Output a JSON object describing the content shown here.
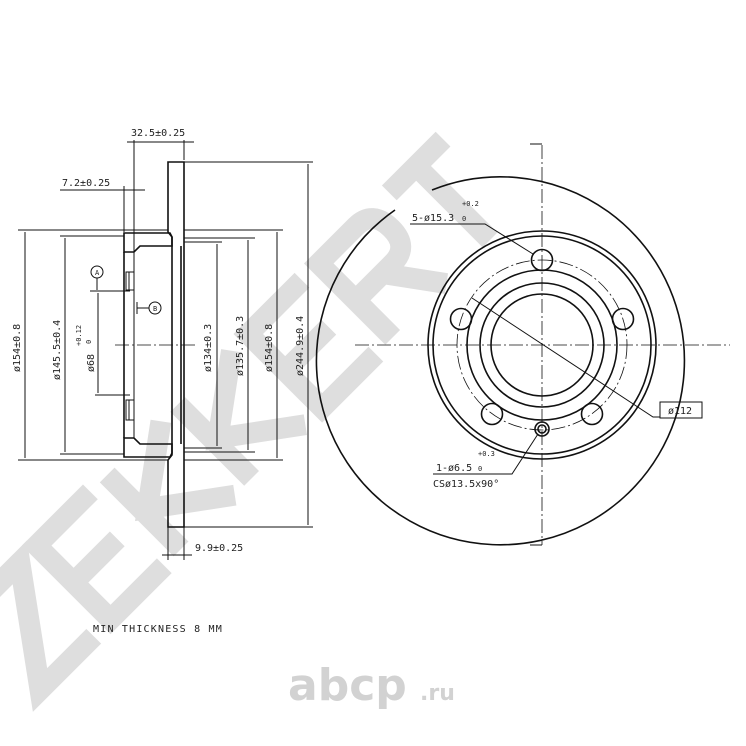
{
  "logo": {
    "watermark_text": "ZEKKERT",
    "site_watermark": "abcp",
    "site_tld": ".ru"
  },
  "side_view": {
    "dim_offset": "32.5±0.25",
    "dim_hat_thickness": "7.2±0.25",
    "dim_disc_thickness": "9.9±0.25",
    "dia_outer_hat": "ø154±0.8",
    "dia_145": "ø145.5±0.4",
    "dia_center_bore": "ø68",
    "dia_center_bore_tol_upper": "+0.12",
    "dia_center_bore_tol_lower": "0",
    "dia_134": "ø134±0.3",
    "dia_135": "ø135.7±0.3",
    "dia_154_right": "ø154±0.8",
    "dia_disc": "ø244.9±0.4",
    "datum_a": "A",
    "datum_b": "B"
  },
  "front_view": {
    "bolt_holes": "5-ø15.3",
    "bolt_holes_tol_upper": "+0.2",
    "bolt_holes_tol_lower": "0",
    "pcd": "ø112",
    "screw_hole": "1-ø6.5",
    "screw_hole_tol_upper": "+0.3",
    "screw_hole_tol_lower": "0",
    "countersink": "CSø13.5x90°"
  },
  "note": "MIN THICKNESS 8 MM"
}
